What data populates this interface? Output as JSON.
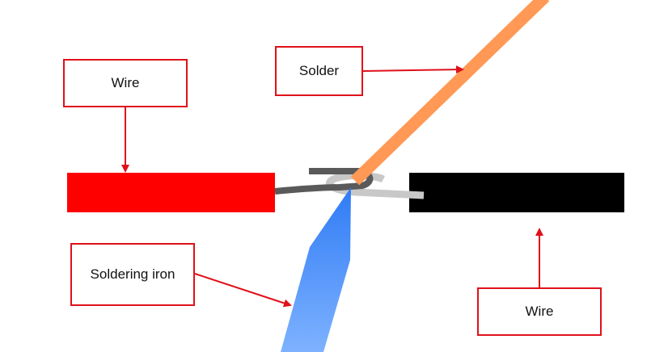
{
  "labels": {
    "wire_left": "Wire",
    "solder": "Solder",
    "soldering_iron": "Soldering iron",
    "wire_right": "Wire"
  },
  "colors": {
    "red_wire_insulation": "#ff0000",
    "black_wire_insulation": "#000000",
    "solder": "#ff9955",
    "iron_tip": "#3b82f6",
    "iron_tip_light": "#7eb2ff",
    "conductor_dark": "#5a5a5a",
    "conductor_light": "#c8c8c8",
    "callout_border": "#e0101a",
    "arrow": "#e0101a"
  }
}
